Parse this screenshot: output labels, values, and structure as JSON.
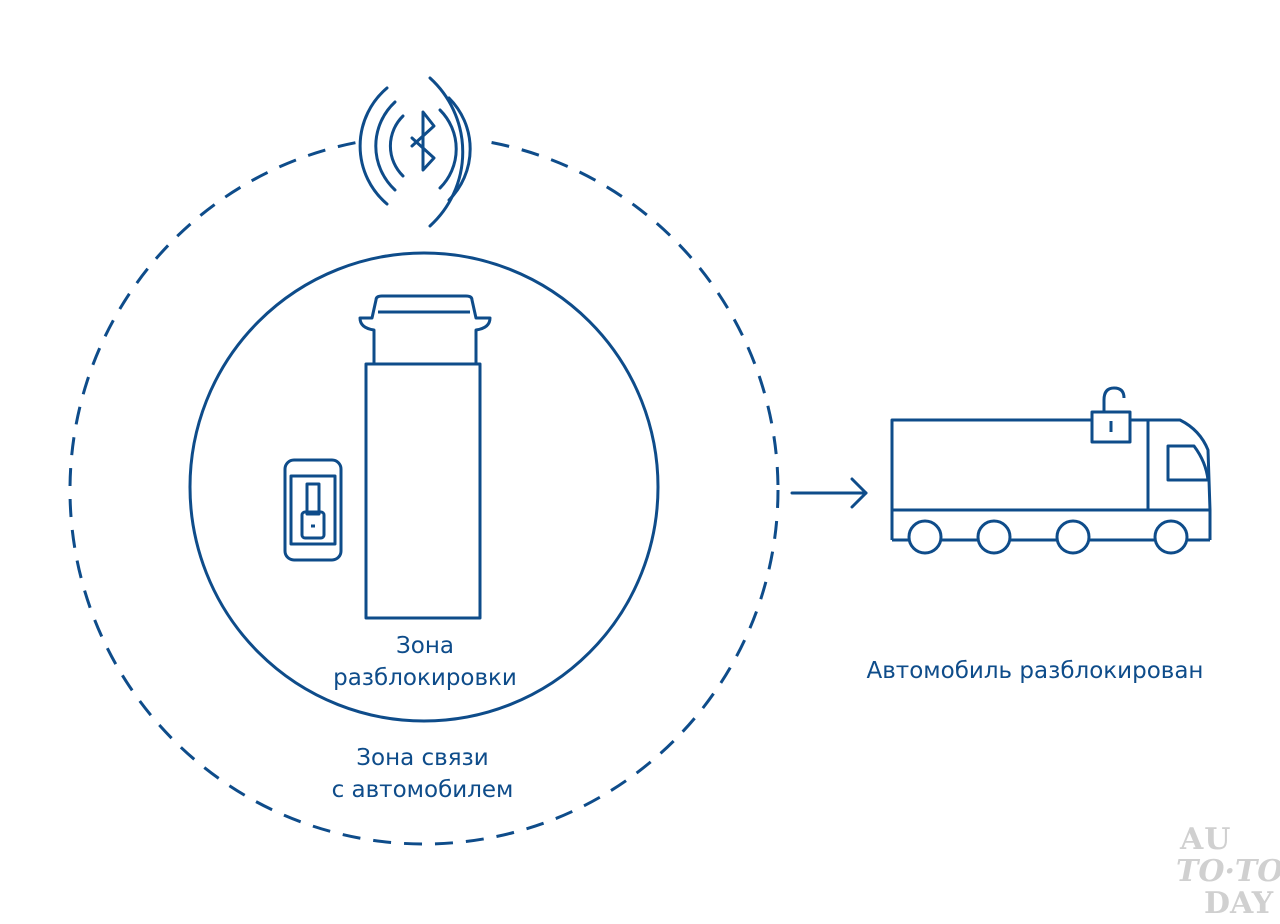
{
  "labels": {
    "unlock_zone_line1": "Зона",
    "unlock_zone_line2": "разблокировки",
    "comm_zone_line1": "Зона связи",
    "comm_zone_line2": "с автомобилем",
    "vehicle_unlocked": "Автомобиль разблокирован"
  },
  "watermark": {
    "line1": "AU",
    "line2": "TO·TO",
    "line3": "DAY"
  },
  "icons": {
    "connection": "bluetooth-icon",
    "device": "smartphone-key-icon",
    "truck_top": "truck-top-view-icon",
    "truck_side": "truck-side-view-icon",
    "lock": "unlocked-padlock-icon",
    "flow": "arrow-right-icon"
  },
  "colors": {
    "primary": "#0e4c8a",
    "watermark": "#c8c8c8",
    "background": "#ffffff"
  }
}
